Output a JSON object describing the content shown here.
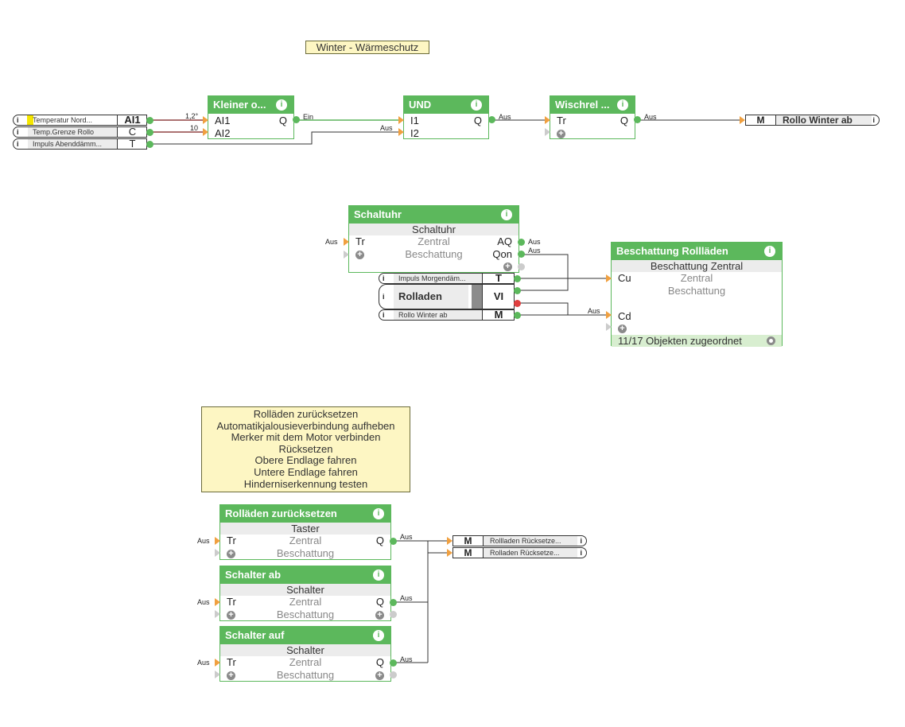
{
  "colors": {
    "block_header": "#5cb85c",
    "input_arrow": "#f0a040",
    "output_ok": "#5cb85c",
    "output_error": "#e04040",
    "note_bg": "#fdf6c3",
    "wire_analog": "#7a1f1f",
    "wire_active": "#3aa53a",
    "wire_default": "#333333"
  },
  "notes": {
    "winter": "Winter - Wärmeschutz",
    "reset_lines": [
      "Rolläden zurücksetzen",
      "Automatikjalousieverbindung aufheben",
      "Merker mit dem Motor verbinden",
      "Rücksetzen",
      "Obere Endlage fahren",
      "Untere Endlage fahren",
      "Hinderniserkennung testen"
    ]
  },
  "inputs_top": [
    {
      "name": "Temperatur Nord...",
      "code": "AI1",
      "icon": "info-icon"
    },
    {
      "name": "Temp.Grenze Rollo",
      "code": "C",
      "icon": "info-icon"
    },
    {
      "name": "Impuls Abenddämm...",
      "code": "T",
      "icon": "info-icon"
    }
  ],
  "blocks": {
    "kleiner": {
      "title": "Kleiner o...",
      "inputs": [
        "AI1",
        "AI2"
      ],
      "output": "Q",
      "in_values": [
        "1,2°",
        "10"
      ],
      "out_label": "Ein"
    },
    "und": {
      "title": "UND",
      "inputs": [
        "I1",
        "I2"
      ],
      "output": "Q",
      "in_labels": [
        "",
        "Aus"
      ],
      "out_label": "Aus"
    },
    "wischrel": {
      "title": "Wischrel ...",
      "inputs": [
        "Tr"
      ],
      "output": "Q",
      "out_label": "Aus"
    },
    "schaltuhr": {
      "title": "Schaltuhr",
      "subtitle": "Schaltuhr",
      "mid": [
        "Zentral",
        "Beschattung"
      ],
      "inputs": [
        "Tr"
      ],
      "outputs": [
        "AQ",
        "Qon"
      ],
      "in_label": "Aus",
      "out_labels": [
        "Aus",
        "Aus"
      ]
    },
    "beschattung": {
      "title": "Beschattung Rollläden",
      "subtitle": "Beschattung Zentral",
      "mid": [
        "Zentral",
        "Beschattung"
      ],
      "inputs": [
        "Cu",
        "Cd"
      ],
      "in_labels": [
        "",
        "Aus"
      ],
      "footer": "11/17 Objekten zugeordnet"
    },
    "reset": {
      "title": "Rolläden zurücksetzen",
      "subtitle": "Taster",
      "mid": [
        "Zentral",
        "Beschattung"
      ],
      "input": "Tr",
      "output": "Q",
      "in_label": "Aus",
      "out_label": "Aus"
    },
    "schalter_ab": {
      "title": "Schalter ab",
      "subtitle": "Schalter",
      "mid": [
        "Zentral",
        "Beschattung"
      ],
      "input": "Tr",
      "output": "Q",
      "in_label": "Aus",
      "out_label": "Aus"
    },
    "schalter_auf": {
      "title": "Schalter auf",
      "subtitle": "Schalter",
      "mid": [
        "Zentral",
        "Beschattung"
      ],
      "input": "Tr",
      "output": "Q",
      "in_label": "Aus",
      "out_label": "Aus"
    }
  },
  "outputs": {
    "rollo_winter": {
      "code": "M",
      "name": "Rollo Winter ab"
    },
    "reset1": {
      "code": "M",
      "name": "Rollladen Rücksetze..."
    },
    "reset2": {
      "code": "M",
      "name": "Rolladen Rücksetze..."
    }
  },
  "mid_objects": {
    "morgen": {
      "name": "Impuls Morgendäm...",
      "code": "T"
    },
    "rolladen": {
      "name": "Rolladen",
      "code": "VI"
    },
    "winter": {
      "name": "Rollo Winter ab",
      "code": "M"
    }
  }
}
